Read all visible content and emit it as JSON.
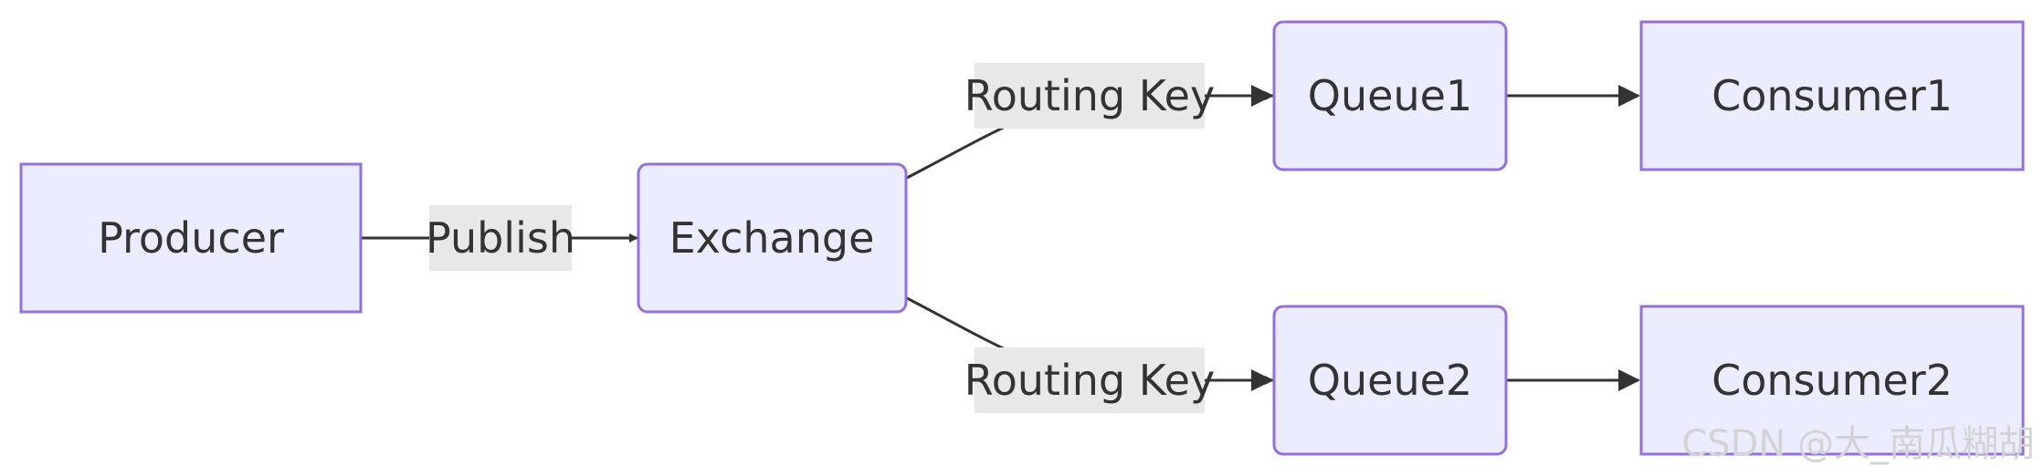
{
  "diagram": {
    "nodes": {
      "producer": "Producer",
      "exchange": "Exchange",
      "queue1": "Queue1",
      "queue2": "Queue2",
      "consumer1": "Consumer1",
      "consumer2": "Consumer2"
    },
    "edge_labels": {
      "publish": "Publish",
      "routing_key_1": "Routing Key",
      "routing_key_2": "Routing Key"
    },
    "colors": {
      "node_fill": "#ececff",
      "node_stroke": "#9370db",
      "edge": "#333333",
      "label_bg": "#e8e8e8",
      "text": "#333333"
    }
  },
  "watermark": "CSDN @大_南瓜糊胡"
}
